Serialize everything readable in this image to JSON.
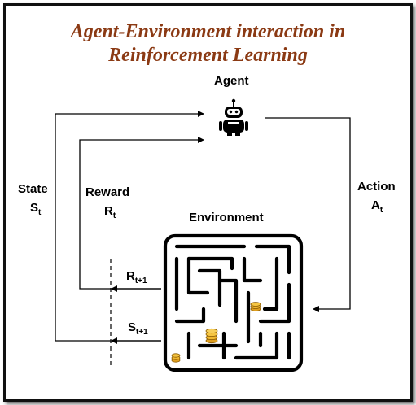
{
  "title": {
    "line1": "Agent-Environment interaction in",
    "line2": "Reinforcement Learning"
  },
  "agent": {
    "label": "Agent",
    "icon": "robot-icon"
  },
  "environment": {
    "label": "Environment",
    "icon": "maze-icon",
    "coins_icon": "coin-stack-icon"
  },
  "state": {
    "label": "State",
    "symbol": "S",
    "subscript": "t"
  },
  "reward": {
    "label": "Reward",
    "symbol": "R",
    "subscript": "t"
  },
  "action": {
    "label": "Action",
    "symbol": "A",
    "subscript": "t"
  },
  "next_reward": {
    "symbol": "R",
    "subscript": "t+1"
  },
  "next_state": {
    "symbol": "S",
    "subscript": "t+1"
  },
  "colors": {
    "title": "#8b3a14",
    "lines": "#000000",
    "coins": "#e0a020"
  }
}
